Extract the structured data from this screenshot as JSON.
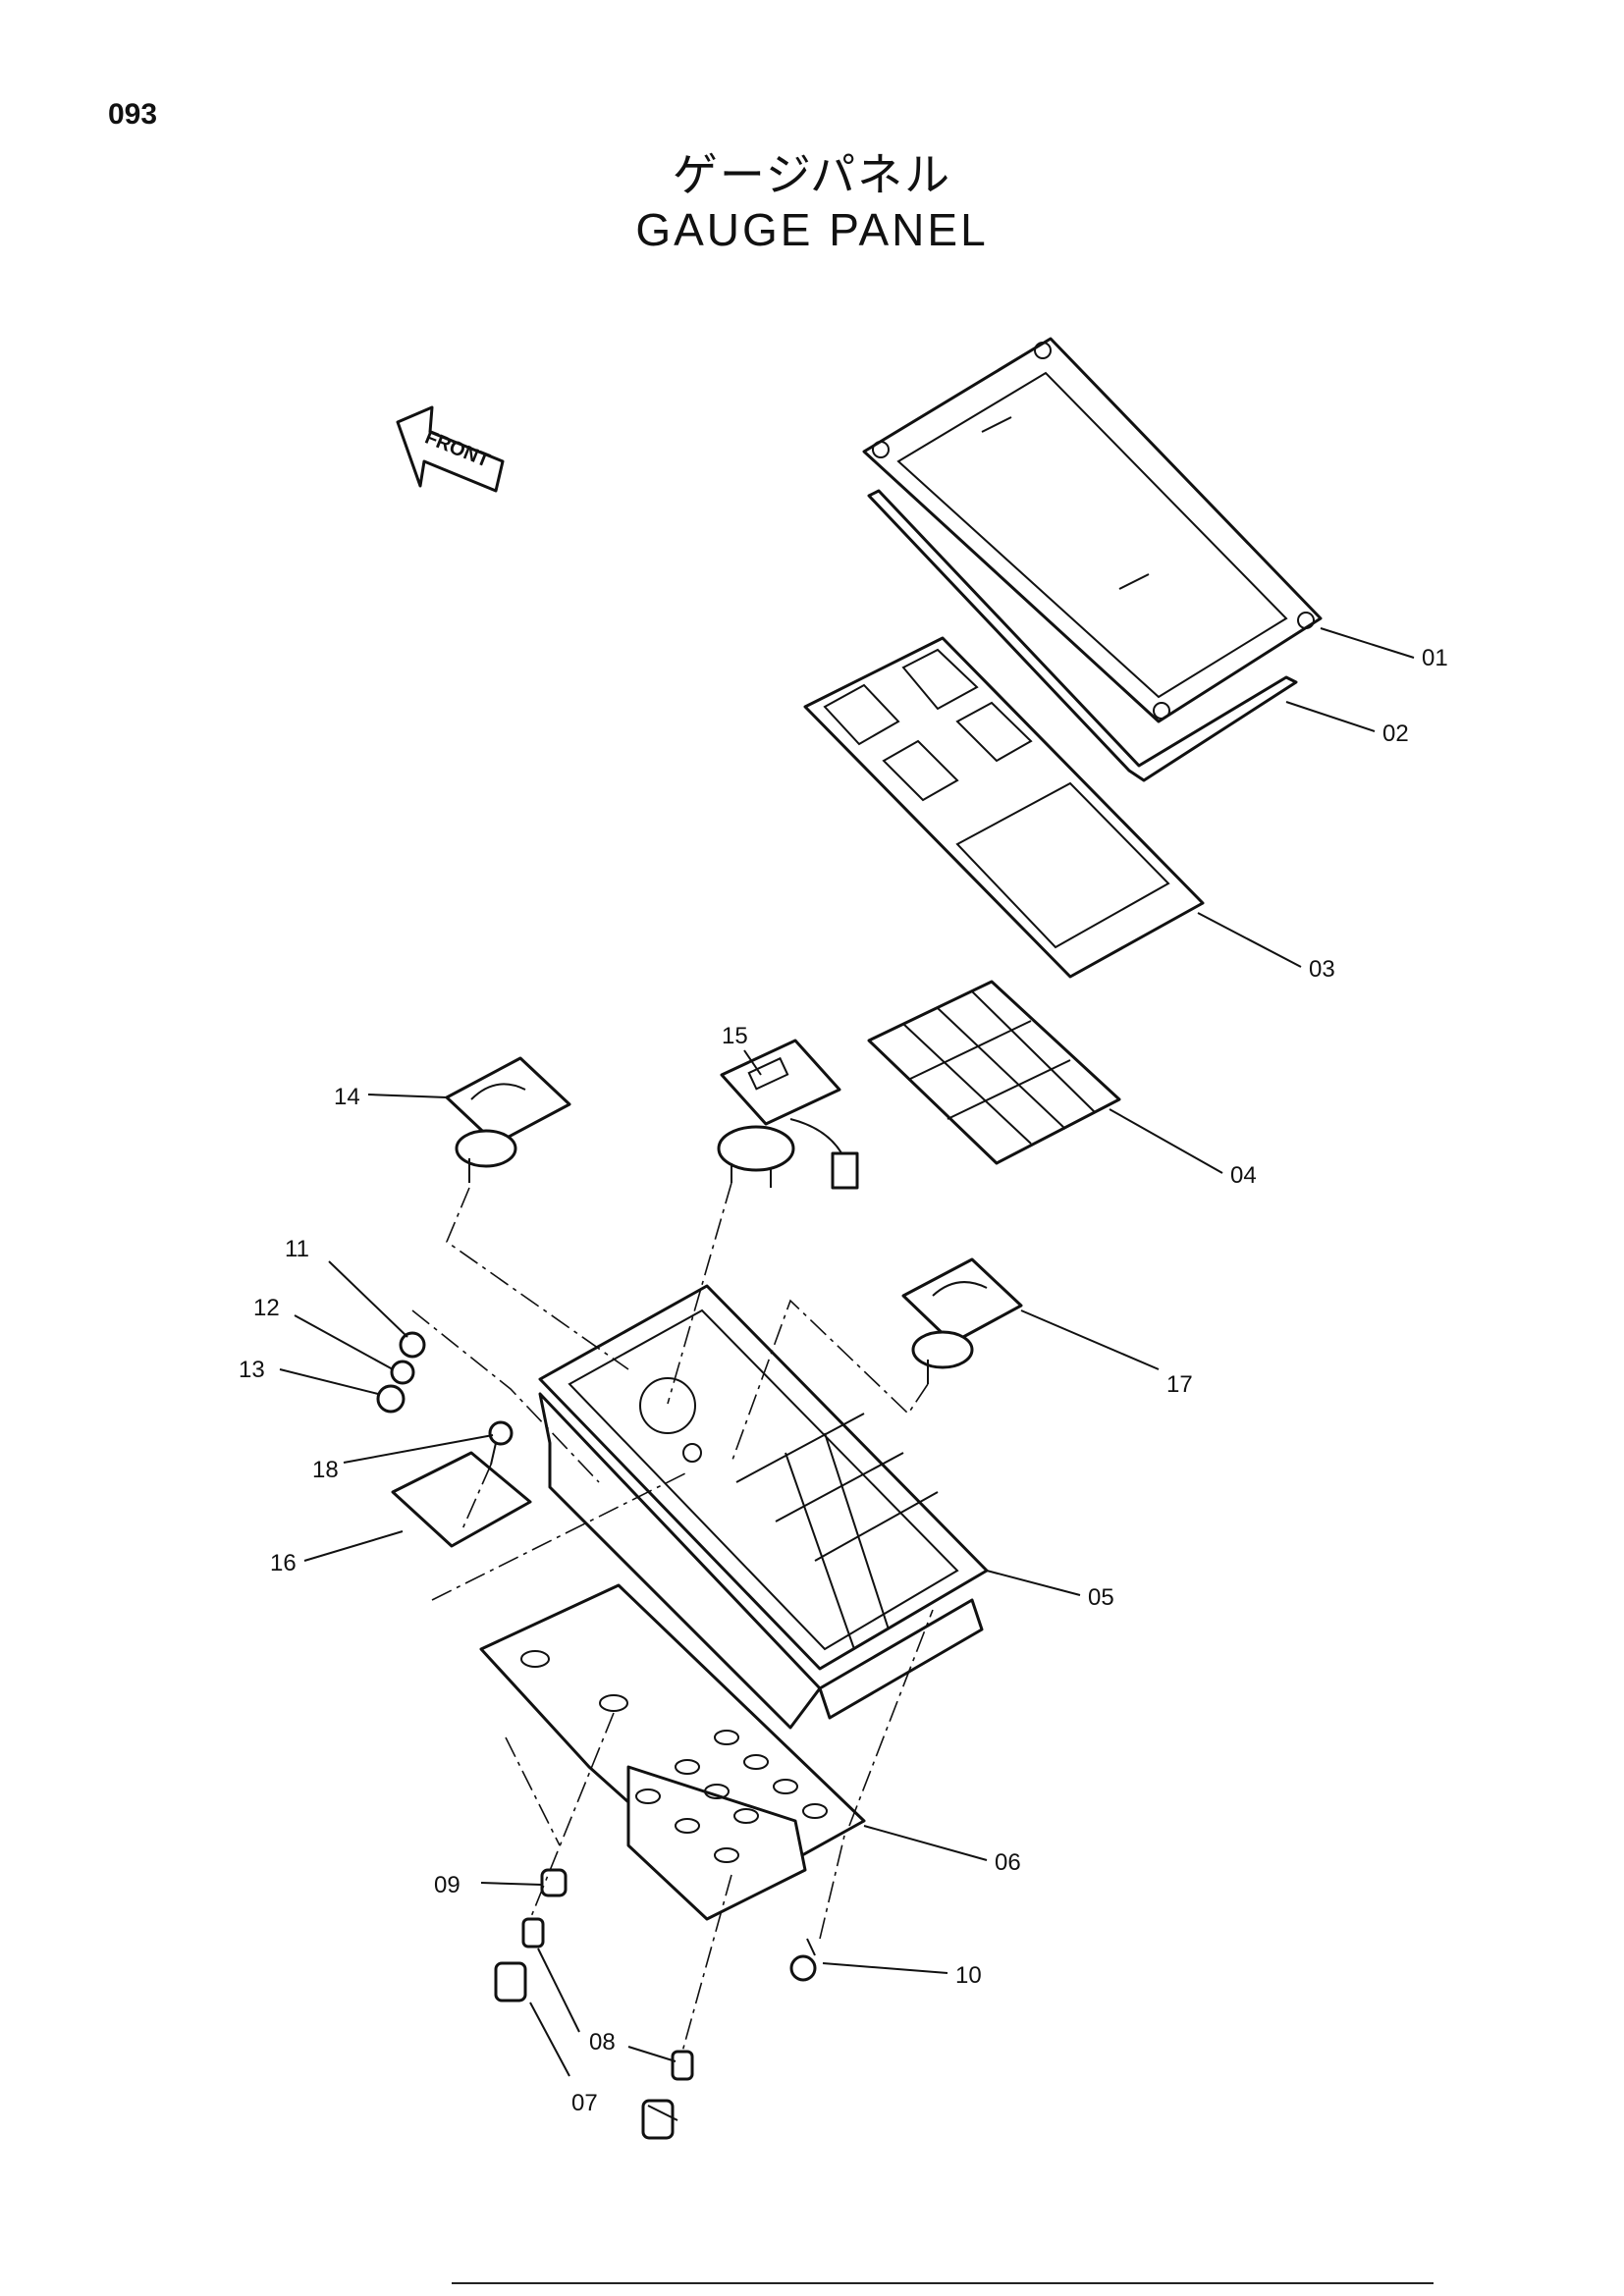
{
  "page_number": "093",
  "title_jp": "ゲージパネル",
  "title_en": "GAUGE PANEL",
  "front_label": "FRONT",
  "callouts": [
    "01",
    "02",
    "03",
    "04",
    "05",
    "06",
    "07",
    "08",
    "09",
    "10",
    "11",
    "12",
    "13",
    "14",
    "15",
    "16",
    "17",
    "18"
  ],
  "labels": {
    "p01": "01",
    "p02": "02",
    "p03": "03",
    "p04": "04",
    "p05": "05",
    "p06": "06",
    "p07": "07",
    "p08": "08",
    "p09": "09",
    "p10": "10",
    "p11": "11",
    "p12": "12",
    "p13": "13",
    "p14": "14",
    "p15": "15",
    "p16": "16",
    "p17": "17",
    "p18": "18"
  }
}
